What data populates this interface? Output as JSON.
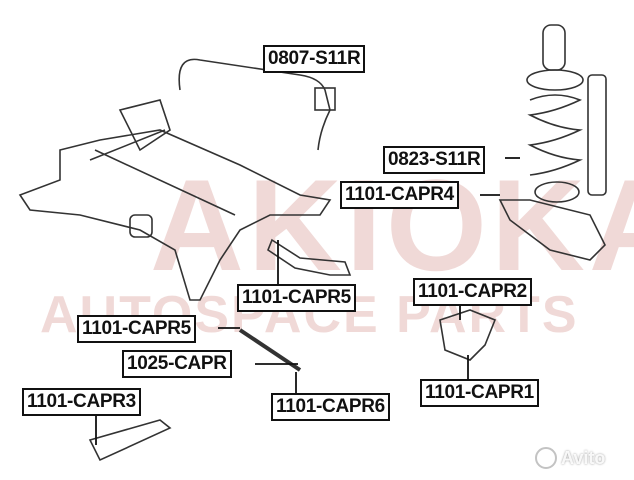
{
  "watermark": {
    "brand": "AKIOKA",
    "tagline": "AUTOSPACE PARTS",
    "color": "#c8786e"
  },
  "site_logo": {
    "text": "Avito"
  },
  "parts": [
    {
      "code": "0807-S11R"
    },
    {
      "code": "0823-S11R"
    },
    {
      "code": "1101-CAPR4"
    },
    {
      "code": "1101-CAPR5"
    },
    {
      "code": "1101-CAPR2"
    },
    {
      "code": "1101-CAPR5"
    },
    {
      "code": "1025-CAPR"
    },
    {
      "code": "1101-CAPR3"
    },
    {
      "code": "1101-CAPR6"
    },
    {
      "code": "1101-CAPR1"
    }
  ]
}
